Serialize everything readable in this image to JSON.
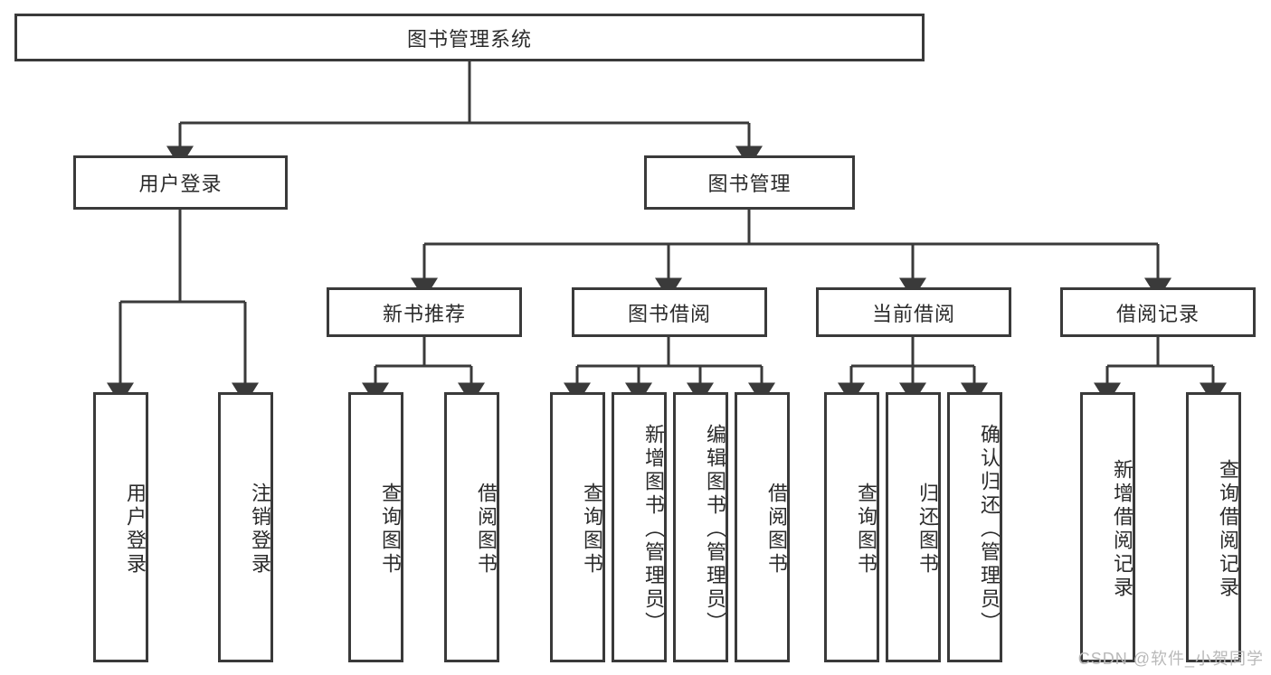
{
  "diagram": {
    "type": "tree",
    "title": "图书管理系统",
    "watermark": "CSDN @软件_小贺同学",
    "colors": {
      "background": "#ffffff",
      "box_fill": "#ffffff",
      "box_border": "#3a3a3a",
      "connector": "#3a3a3a",
      "text": "#2b2b2b",
      "watermark": "#b9b9b9"
    },
    "root": {
      "label": "图书管理系统"
    },
    "level2": [
      {
        "label": "用户登录"
      },
      {
        "label": "图书管理"
      }
    ],
    "level3": [
      {
        "label": "新书推荐"
      },
      {
        "label": "图书借阅"
      },
      {
        "label": "当前借阅"
      },
      {
        "label": "借阅记录"
      }
    ],
    "leaves": {
      "user_login": [
        {
          "label": "用户登录"
        },
        {
          "label": "注销登录"
        }
      ],
      "new_book_recommend": [
        {
          "label": "查询图书"
        },
        {
          "label": "借阅图书"
        }
      ],
      "book_borrow": [
        {
          "label": "查询图书"
        },
        {
          "label": "新增图书（管理员）"
        },
        {
          "label": "编辑图书（管理员）"
        },
        {
          "label": "借阅图书"
        }
      ],
      "current_borrow": [
        {
          "label": "查询图书"
        },
        {
          "label": "归还图书"
        },
        {
          "label": "确认归还（管理员）"
        }
      ],
      "borrow_record": [
        {
          "label": "新增借阅记录"
        },
        {
          "label": "查询借阅记录"
        }
      ]
    }
  }
}
